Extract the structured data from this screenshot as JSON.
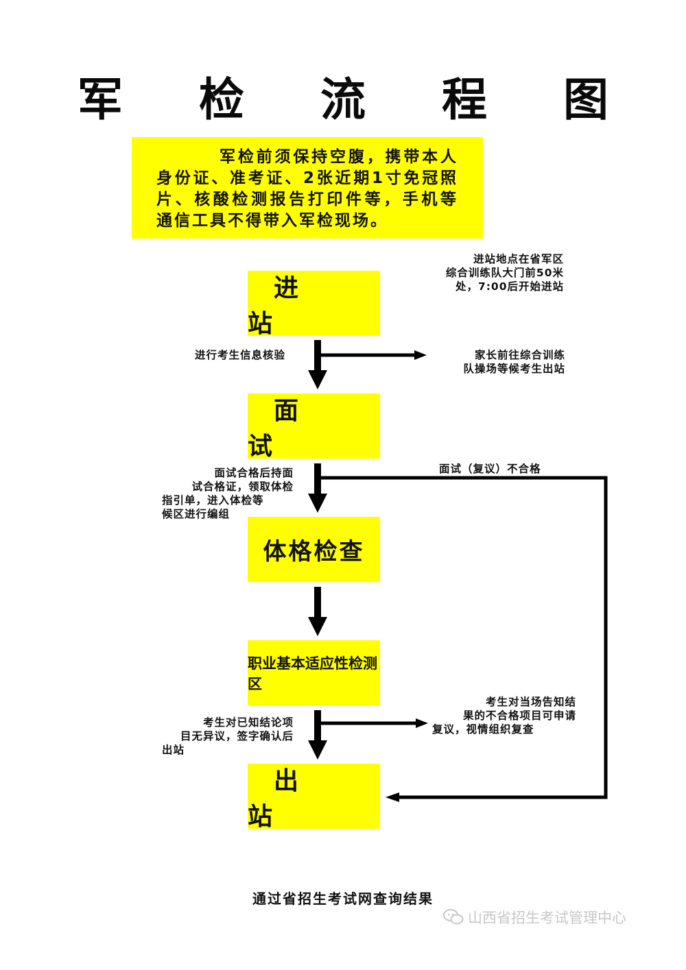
{
  "title": "军 检 流 程 图",
  "notice": "军检前须保持空腹，携带本人身份证、准考证、2张近期1寸免冠照片、核酸检测报告打印件等，手机等通信工具不得带入军检现场。",
  "steps": [
    {
      "label": "进  站"
    },
    {
      "label": "面  试"
    },
    {
      "label": "体格检查"
    },
    {
      "label": "职业基本适应性检测区"
    },
    {
      "label": "出  站"
    }
  ],
  "notes": {
    "entry_location": [
      "进站地点在省军区",
      "综合训练队大门前50米",
      "处，7:00后开始进站"
    ],
    "info_check": "进行考生信息核验",
    "parents": [
      "家长前往综合训练",
      "队操场等候考生出站"
    ],
    "interview_fail": "面试（复议）不合格",
    "interview_pass": [
      "面试合格后持面",
      "试合格证，领取体检",
      "指引单，进入体检等",
      "候区进行编组"
    ],
    "no_objection": [
      "考生对已知结论项",
      "目无异议，签字确认后",
      "出站"
    ],
    "review": [
      "考生对当场告知结",
      "果的不合格项目可申请",
      "复议，视情组织复查"
    ]
  },
  "footer": "通过省招生考试网查询结果",
  "watermark": "山西省招生考试管理中心",
  "colors": {
    "box": "#ffff00",
    "arrow": "#000000",
    "text": "#111111"
  }
}
